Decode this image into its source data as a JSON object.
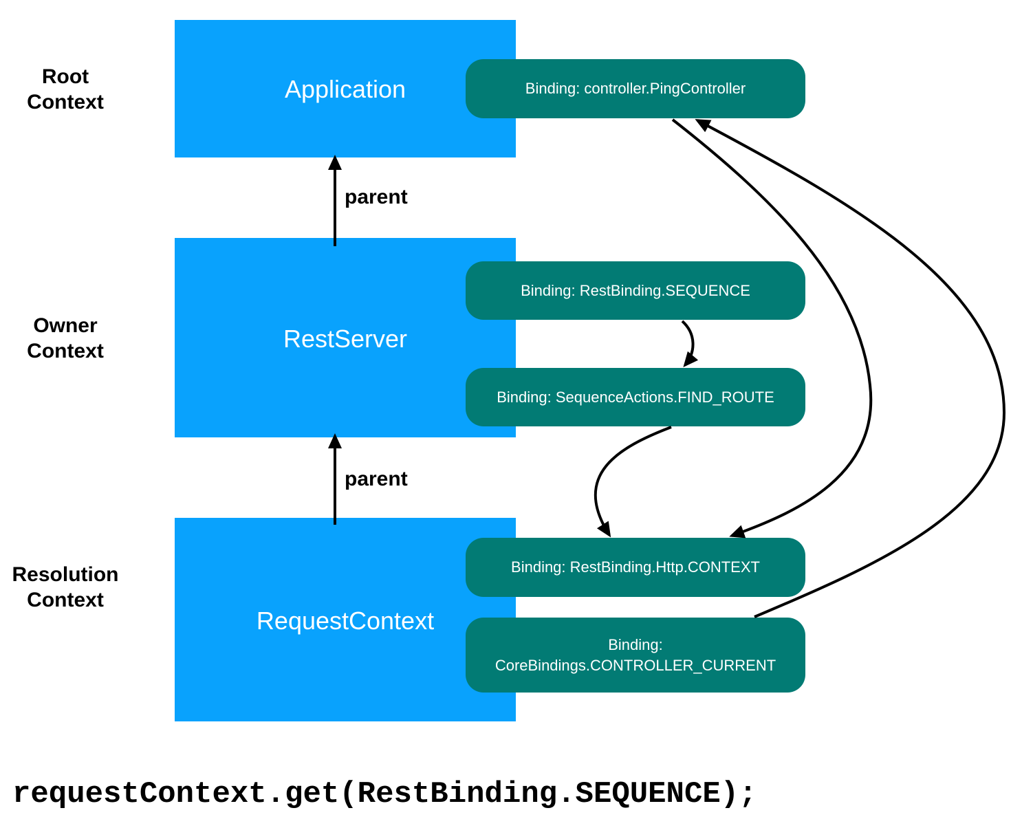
{
  "contexts": {
    "root": {
      "label": "Root\nContext",
      "title": "Application"
    },
    "owner": {
      "label": "Owner\nContext",
      "title": "RestServer"
    },
    "resolution": {
      "label": "Resolution\nContext",
      "title": "RequestContext"
    }
  },
  "bindings": {
    "ping_controller": "Binding: controller.PingController",
    "rest_sequence": "Binding: RestBinding.SEQUENCE",
    "find_route": "Binding: SequenceActions.FIND_ROUTE",
    "http_context": "Binding: RestBinding.Http.CONTEXT",
    "controller_current": "Binding:\nCoreBindings.CONTROLLER_CURRENT"
  },
  "relations": {
    "owner_parent": "parent",
    "resolution_parent": "parent"
  },
  "code": "requestContext.get(RestBinding.SEQUENCE);",
  "colors": {
    "context_box": "#09a2fd",
    "binding_box": "#027b74",
    "arrow": "#000000"
  }
}
